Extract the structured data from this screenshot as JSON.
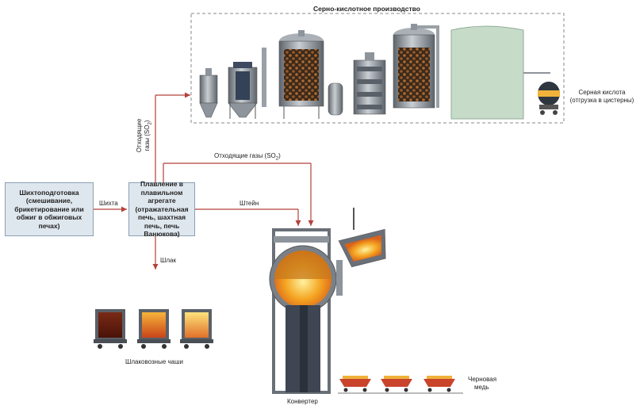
{
  "title": "Серно-кислотное производство",
  "boxes": {
    "prep": "Шихтоподготовка (смешивание, брикетирование или обжиг в обжиговых печах)",
    "melt": "Плавление в плавильном агрегате (отражательная печь, шахтная печь, печь Ванюкова)"
  },
  "flows": {
    "charge": "Шихта",
    "matte": "Штейн",
    "slag": "Шлак",
    "offgas_main": "Отходящие газы (SO",
    "offgas_sub": "2",
    "offgas_close": ")",
    "offgas_vertical_1": "Отходящие",
    "offgas_vertical_2": "газы (SO",
    "offgas_vertical_close": ")"
  },
  "labels": {
    "acid": "Серная кислота (отгрузка в цистерны)",
    "slag_pots": "Шлаковозные чаши",
    "converter": "Конвертер",
    "blister_1": "Черновая",
    "blister_2": "медь"
  },
  "colors": {
    "arrow": "#b5413b",
    "box_fill": "#dfe7ee",
    "tank": "#c6dcc9",
    "steel": "#8d949b",
    "molten": "#f0a020"
  }
}
